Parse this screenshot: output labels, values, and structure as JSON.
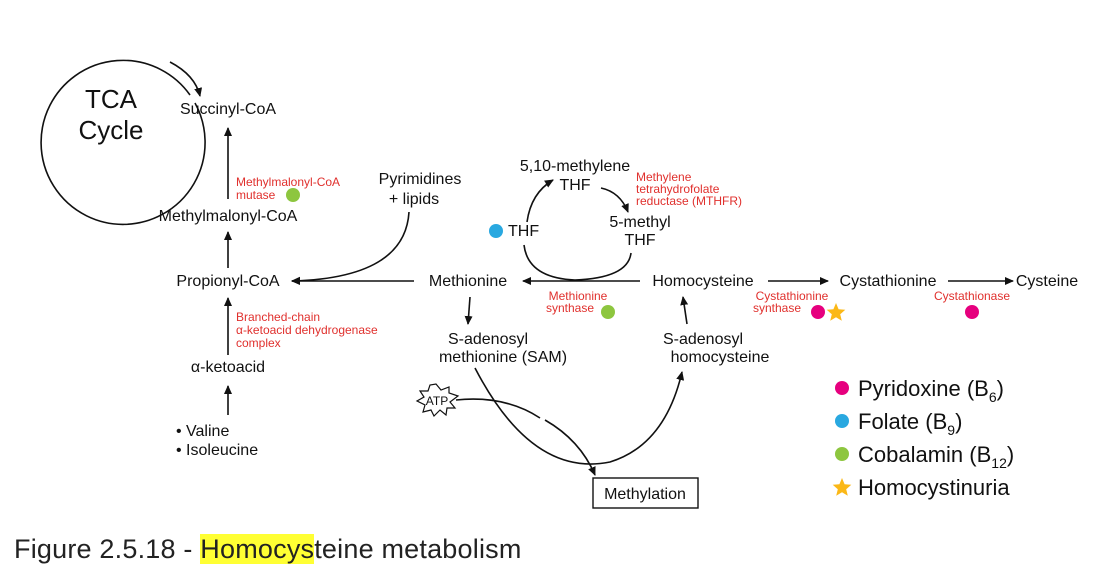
{
  "diagram": {
    "tca_line1": "TCA",
    "tca_line2": "Cycle",
    "succinyl_coa": "Succinyl-CoA",
    "methylmalonyl_mutase_1": "Methylmalonyl-CoA",
    "methylmalonyl_mutase_2": "mutase",
    "methylmalonyl_coa": "Methylmalonyl-CoA",
    "pyrimidines_1": "Pyrimidines",
    "pyrimidines_2": "+ lipids",
    "propionyl_coa": "Propionyl-CoA",
    "bckd_1": "Branched-chain",
    "bckd_2": "α-ketoacid dehydrogenase",
    "bckd_3": "complex",
    "ketoacid": "α-ketoacid",
    "valine": "• Valine",
    "isoleucine": "• Isoleucine",
    "methylene_thf_1": "5,10-methylene",
    "methylene_thf_2": "THF",
    "mthfr_1": "Methylene",
    "mthfr_2": "tetrahydrofolate",
    "mthfr_3": "reductase (MTHFR)",
    "thf": "THF",
    "methyl_thf_1": "5-methyl",
    "methyl_thf_2": "THF",
    "methionine": "Methionine",
    "homocysteine": "Homocysteine",
    "cystathionine": "Cystathionine",
    "cysteine": "Cysteine",
    "methionine_synthase_1": "Methionine",
    "methionine_synthase_2": "synthase",
    "cbs_1": "Cystathionine",
    "cbs_2": "synthase",
    "cystathionase": "Cystathionase",
    "sam_1": "S-adenosyl",
    "sam_2": "methionine (SAM)",
    "sah_1": "S-adenosyl",
    "sah_2": "homocysteine",
    "atp": "ATP",
    "methylation": "Methylation"
  },
  "legend": {
    "items": [
      {
        "label": "Pyridoxine (B",
        "sub": "6",
        "close": ")"
      },
      {
        "label": "Folate (B",
        "sub": "9",
        "close": ")"
      },
      {
        "label": "Cobalamin (B",
        "sub": "12",
        "close": ")"
      },
      {
        "label": "Homocystinuria",
        "sub": "",
        "close": ""
      }
    ]
  },
  "colors": {
    "pyridoxine": "#e6007e",
    "folate": "#29a8e0",
    "cobalamin": "#8dc63f",
    "homocystinuria": "#fbb817",
    "enzyme_text": "#e0302d",
    "highlight": "#ffff33"
  },
  "caption": {
    "prefix": "Figure 2.5.18 - ",
    "highlight": "Homocys",
    "suffix": "teine metabolism"
  }
}
